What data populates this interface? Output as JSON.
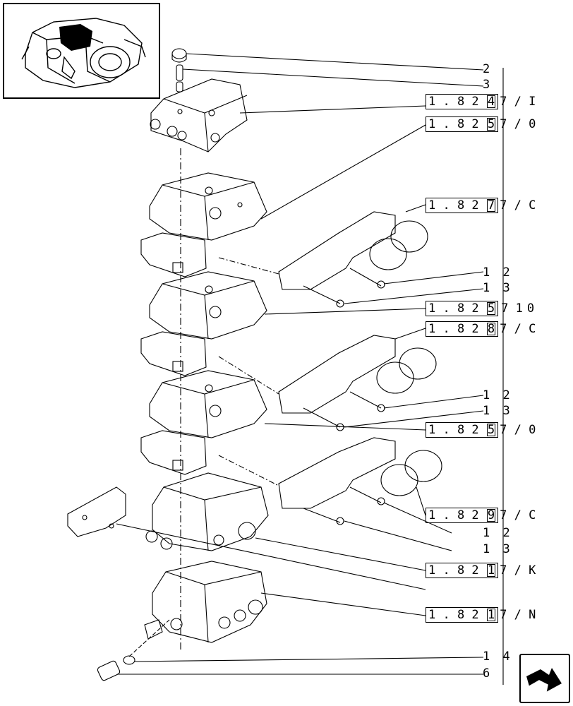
{
  "diagram": {
    "item_numbers": {
      "n2": "2",
      "n3": "3",
      "n12a": "1 2",
      "n13a": "1 3",
      "n12b": "1 2",
      "n13b": "1 3",
      "n12c": "1 2",
      "n13c": "1 3",
      "n14": "1 4",
      "n6": "6"
    },
    "references": [
      {
        "prefix": "1 . 8 2",
        "box": "4",
        "suffix": "7 / I"
      },
      {
        "prefix": "1 . 8 2",
        "box": "5",
        "suffix": "7 / 0"
      },
      {
        "prefix": "1 . 8 2",
        "box": "7",
        "suffix": "7 / C"
      },
      {
        "prefix": "1 . 8 2",
        "box": "5",
        "boxed_tail": "7 1",
        "suffix": "0"
      },
      {
        "prefix": "1 . 8 2",
        "box": "8",
        "suffix": "7 / C"
      },
      {
        "prefix": "1 . 8 2",
        "box": "5",
        "suffix": "7 / 0"
      },
      {
        "prefix": "1 . 8 2",
        "box": "9",
        "suffix": "7 / C"
      },
      {
        "prefix": "1 . 8 2",
        "box": "1",
        "suffix": "7 / K"
      },
      {
        "prefix": "1 . 8 2",
        "box": "1",
        "suffix": "7 / N"
      }
    ],
    "thumbnail_icon": "tractor-hydraulic-assembly-icon",
    "nav_icon": "next-page-arrow-icon"
  }
}
